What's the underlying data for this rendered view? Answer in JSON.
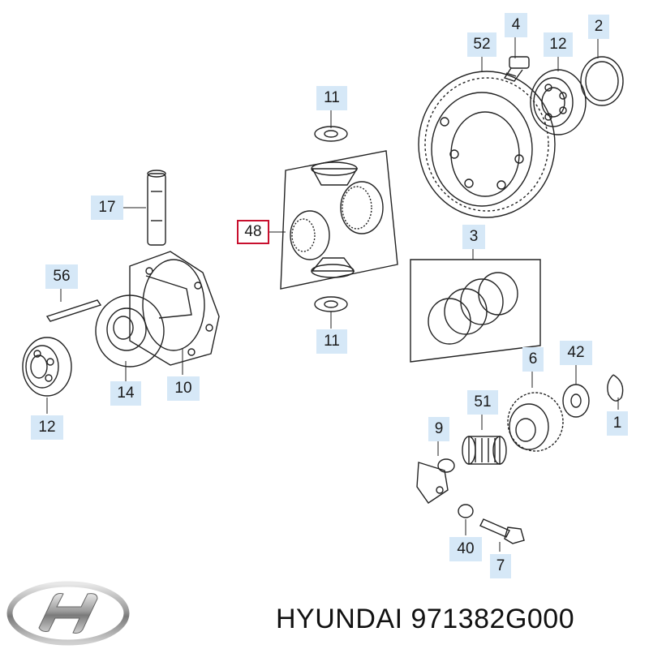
{
  "brand": "HYUNDAI",
  "part_number": "971382G000",
  "highlight_color": "#c8102e",
  "label_color": "#d6e8f7",
  "callouts": {
    "c4": "4",
    "c2": "2",
    "c52": "52",
    "c12a": "12",
    "c11a": "11",
    "c17": "17",
    "c48": "48",
    "c3": "3",
    "c56": "56",
    "c11b": "11",
    "c6": "6",
    "c42": "42",
    "c14": "14",
    "c10": "10",
    "c51": "51",
    "c1": "1",
    "c12b": "12",
    "c9": "9",
    "c40": "40",
    "c7": "7"
  }
}
